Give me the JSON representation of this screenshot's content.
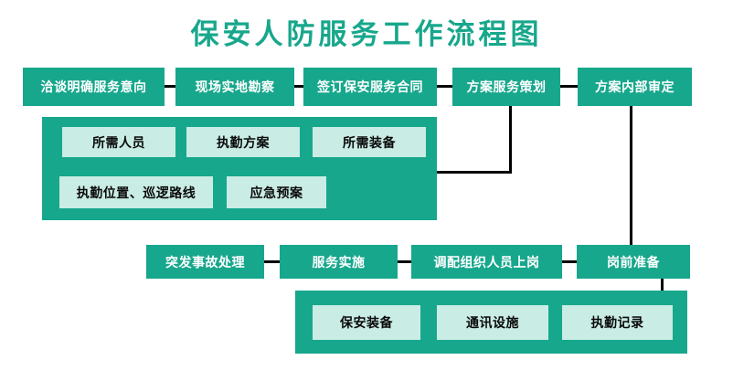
{
  "title": "保安人防服务工作流程图",
  "colors": {
    "teal": "#17a78c",
    "mint": "#c9ece4",
    "line": "#000000",
    "title_text": "#17a78c",
    "background": "#ffffff",
    "flow_box_text": "#ffffff",
    "detail_box_text": "#0a0a0a"
  },
  "nodes": {
    "negotiate": "洽谈明确服务意向",
    "site_survey": "现场实地勘察",
    "sign_contract": "签订保安服务合同",
    "plan_service": "方案服务策划",
    "plan_review": "方案内部审定",
    "personnel": "所需人员",
    "duty_plan": "执勤方案",
    "equipment_needed": "所需装备",
    "duty_positions": "执勤位置、巡逻路线",
    "emergency_plan": "应急预案",
    "incident_handling": "突发事故处理",
    "service_implementation": "服务实施",
    "deploy_staff": "调配组织人员上岗",
    "pre_post_preparation": "岗前准备",
    "security_equipment": "保安装备",
    "communication_facilities": "通讯设施",
    "duty_records": "执勤记录"
  }
}
